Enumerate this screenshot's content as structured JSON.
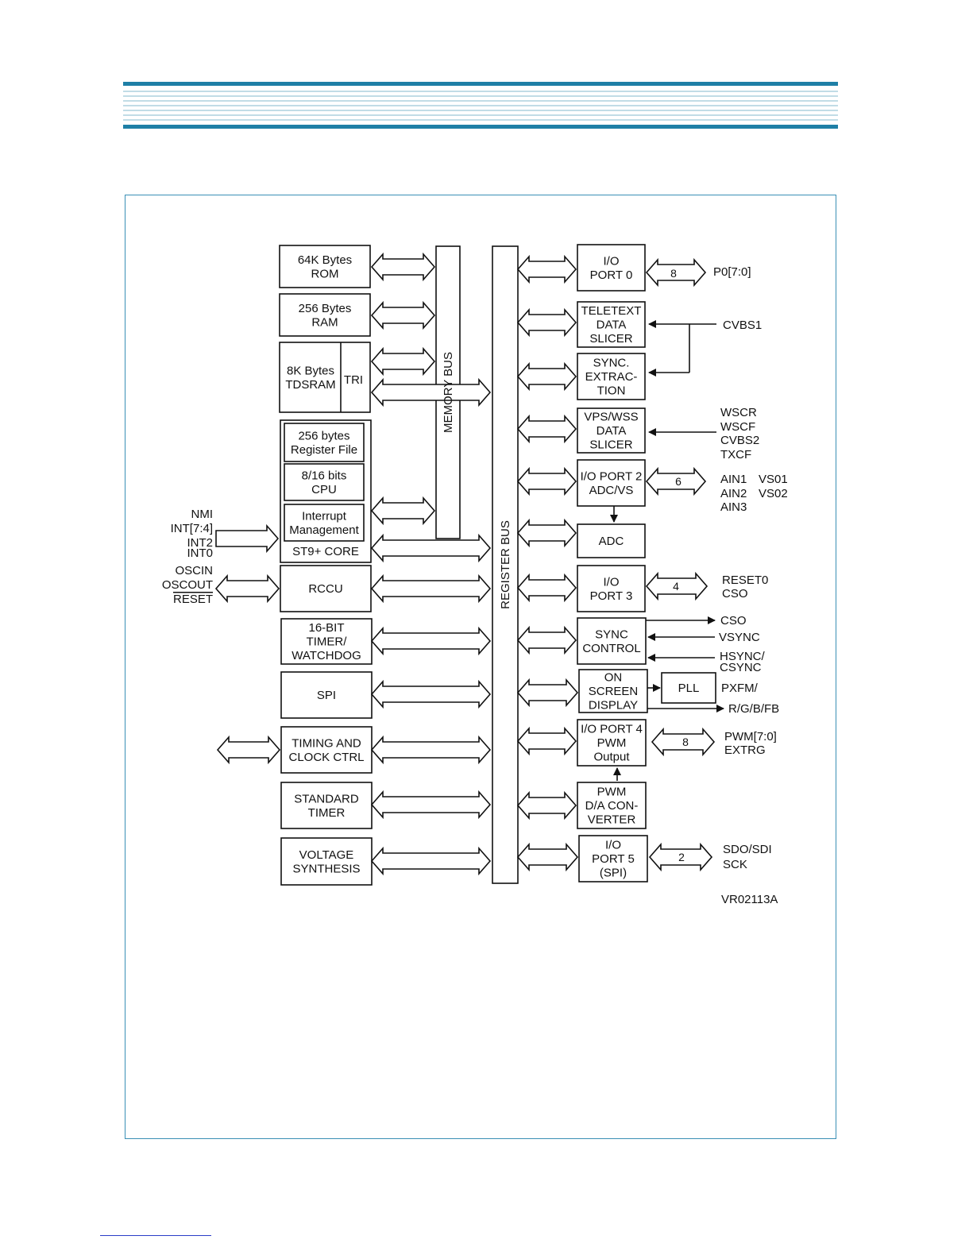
{
  "header": {
    "band_color": "#1e7fa6",
    "line_color": "#9cc6d8"
  },
  "frame": {
    "border_color": "#3a8fb5"
  },
  "diagram": {
    "blocks": {
      "rom": [
        "64K Bytes",
        "ROM"
      ],
      "ram": [
        "256 Bytes",
        "RAM"
      ],
      "tdsram": [
        "8K Bytes",
        "TDSRAM"
      ],
      "tri": "TRI",
      "register_file": [
        "256 bytes",
        "Register File"
      ],
      "cpu": [
        "8/16 bits",
        "CPU"
      ],
      "interrupt": [
        "Interrupt",
        "Management"
      ],
      "core": "ST9+ CORE",
      "rccu": "RCCU",
      "timer_wd": [
        "16-BIT",
        "TIMER/",
        "WATCHDOG"
      ],
      "spi": "SPI",
      "timing": [
        "TIMING AND",
        "CLOCK CTRL"
      ],
      "std_timer": [
        "STANDARD",
        "TIMER"
      ],
      "voltage": [
        "VOLTAGE",
        "SYNTHESIS"
      ],
      "memory_bus": "MEMORY BUS",
      "register_bus": "REGISTER BUS",
      "io_port0": [
        "I/O",
        "PORT 0"
      ],
      "teletext": [
        "TELETEXT",
        "DATA",
        "SLICER"
      ],
      "sync_extraction": [
        "SYNC.",
        "EXTRAC-",
        "TION"
      ],
      "vps_wss": [
        "VPS/WSS",
        "DATA",
        "SLICER"
      ],
      "io_port2": [
        "I/O PORT 2",
        "ADC/VS"
      ],
      "adc": "ADC",
      "io_port3": [
        "I/O",
        "PORT 3"
      ],
      "sync_control": [
        "SYNC",
        "CONTROL"
      ],
      "osd": [
        "ON",
        "SCREEN",
        "DISPLAY"
      ],
      "pll": "PLL",
      "io_port4": [
        "I/O PORT 4",
        "PWM",
        "Output"
      ],
      "pwm_dac": [
        "PWM",
        "D/A CON-",
        "VERTER"
      ],
      "io_port5": [
        "I/O",
        "PORT 5",
        "(SPI)"
      ]
    },
    "bus_widths": {
      "p0": "8",
      "p2": "6",
      "p3": "4",
      "p4": "8",
      "p5": "2"
    },
    "signals": {
      "left_int": [
        "NMI",
        "INT[7:4]",
        "INT2",
        "INT0"
      ],
      "left_osc": [
        "OSCIN",
        "OSCOUT",
        "RESET"
      ],
      "p0": "P0[7:0]",
      "cvbs1": "CVBS1",
      "vps_inputs": [
        "WSCR",
        "WSCF",
        "CVBS2",
        "TXCF"
      ],
      "ain": [
        "AIN1",
        "AIN2",
        "AIN3"
      ],
      "vs": [
        "VS01",
        "VS02"
      ],
      "p3": [
        "RESET0",
        "CSO"
      ],
      "sync_cso": "CSO",
      "vsync": "VSYNC",
      "hsync": [
        "HSYNC/",
        "CSYNC"
      ],
      "pxfm": "PXFM/",
      "rgb": "R/G/B/FB",
      "p4": [
        "PWM[7:0]",
        "EXTRG"
      ],
      "p5": [
        "SDO/SDI",
        "SCK"
      ]
    },
    "figure_id": "VR02113A"
  }
}
